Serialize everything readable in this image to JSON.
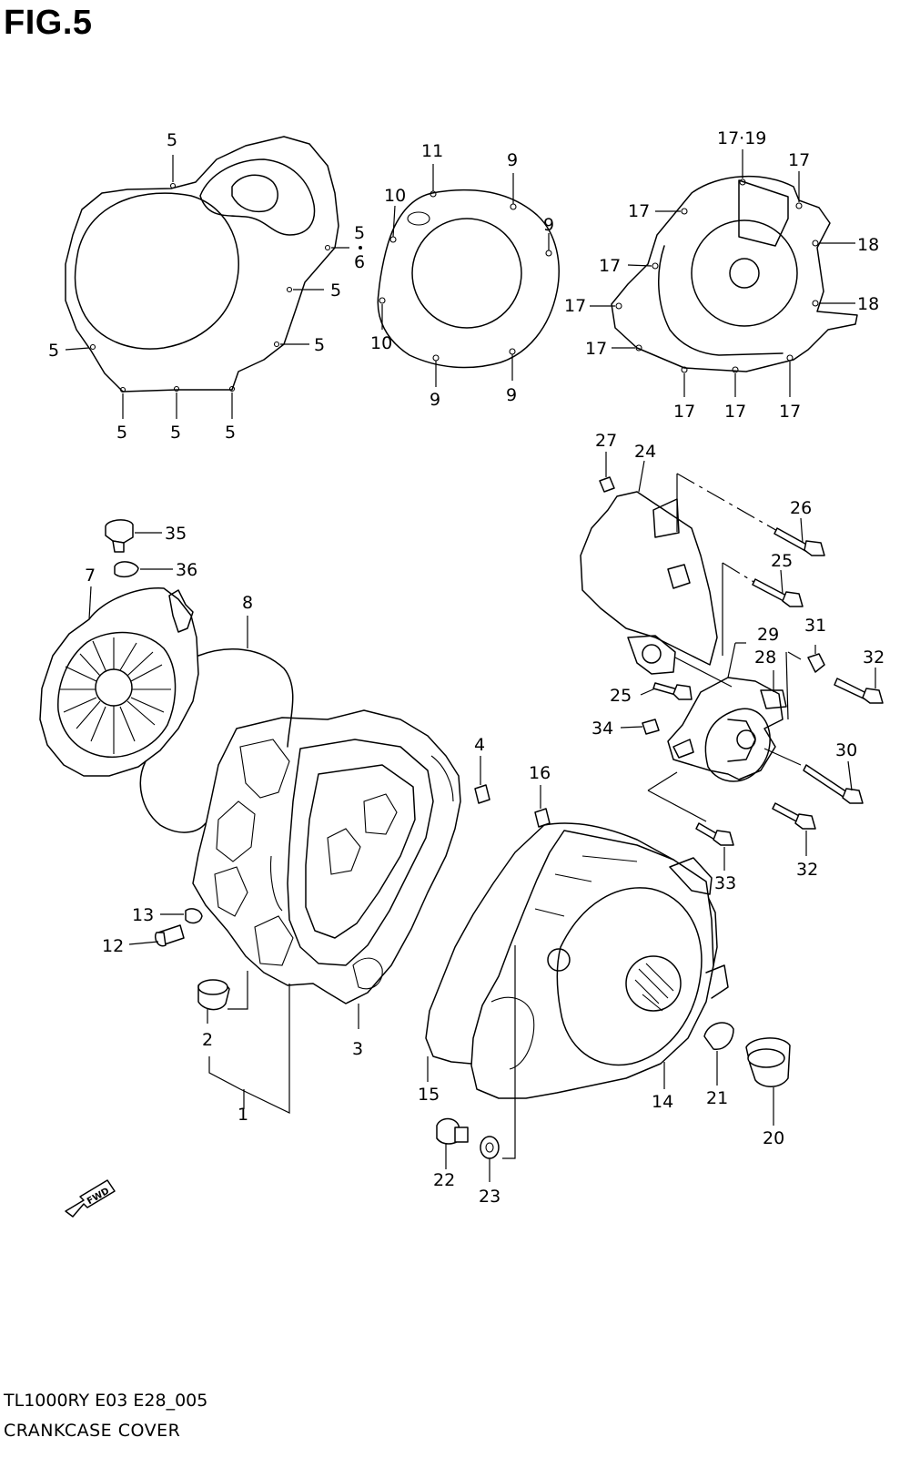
{
  "figure": {
    "title": "FIG.5",
    "model": "TL1000RY E03 E28_005",
    "name": "CRANKCASE COVER"
  },
  "direction_arrow": {
    "label": "FWD"
  },
  "callouts": [
    {
      "id": "c5a",
      "text": "5"
    },
    {
      "id": "c5b",
      "text": "5"
    },
    {
      "id": "c6",
      "text": "6"
    },
    {
      "id": "c5c",
      "text": "5"
    },
    {
      "id": "c5d",
      "text": "5"
    },
    {
      "id": "c5e",
      "text": "5"
    },
    {
      "id": "c5f",
      "text": "5"
    },
    {
      "id": "c5g",
      "text": "5"
    },
    {
      "id": "c5h",
      "text": "5"
    },
    {
      "id": "c11",
      "text": "11"
    },
    {
      "id": "c9a",
      "text": "9"
    },
    {
      "id": "c10a",
      "text": "10"
    },
    {
      "id": "c9b",
      "text": "9"
    },
    {
      "id": "c10b",
      "text": "10"
    },
    {
      "id": "c9c",
      "text": "9"
    },
    {
      "id": "c9d",
      "text": "9"
    },
    {
      "id": "c1719",
      "text": "17·19"
    },
    {
      "id": "c17a",
      "text": "17"
    },
    {
      "id": "c17b",
      "text": "17"
    },
    {
      "id": "c18a",
      "text": "18"
    },
    {
      "id": "c17c",
      "text": "17"
    },
    {
      "id": "c17d",
      "text": "17"
    },
    {
      "id": "c18b",
      "text": "18"
    },
    {
      "id": "c17e",
      "text": "17"
    },
    {
      "id": "c17f",
      "text": "17"
    },
    {
      "id": "c17g",
      "text": "17"
    },
    {
      "id": "c17h",
      "text": "17"
    },
    {
      "id": "c27",
      "text": "27"
    },
    {
      "id": "c24",
      "text": "24"
    },
    {
      "id": "c26",
      "text": "26"
    },
    {
      "id": "c25a",
      "text": "25"
    },
    {
      "id": "c31",
      "text": "31"
    },
    {
      "id": "c29",
      "text": "29"
    },
    {
      "id": "c32a",
      "text": "32"
    },
    {
      "id": "c28",
      "text": "28"
    },
    {
      "id": "c25b",
      "text": "25"
    },
    {
      "id": "c34",
      "text": "34"
    },
    {
      "id": "c30",
      "text": "30"
    },
    {
      "id": "c33",
      "text": "33"
    },
    {
      "id": "c32b",
      "text": "32"
    },
    {
      "id": "c35",
      "text": "35"
    },
    {
      "id": "c36",
      "text": "36"
    },
    {
      "id": "c7",
      "text": "7"
    },
    {
      "id": "c8",
      "text": "8"
    },
    {
      "id": "c4",
      "text": "4"
    },
    {
      "id": "c16",
      "text": "16"
    },
    {
      "id": "c13",
      "text": "13"
    },
    {
      "id": "c12",
      "text": "12"
    },
    {
      "id": "c2",
      "text": "2"
    },
    {
      "id": "c3",
      "text": "3"
    },
    {
      "id": "c1",
      "text": "1"
    },
    {
      "id": "c15",
      "text": "15"
    },
    {
      "id": "c14",
      "text": "14"
    },
    {
      "id": "c21",
      "text": "21"
    },
    {
      "id": "c20",
      "text": "20"
    },
    {
      "id": "c22",
      "text": "22"
    },
    {
      "id": "c23",
      "text": "23"
    }
  ]
}
